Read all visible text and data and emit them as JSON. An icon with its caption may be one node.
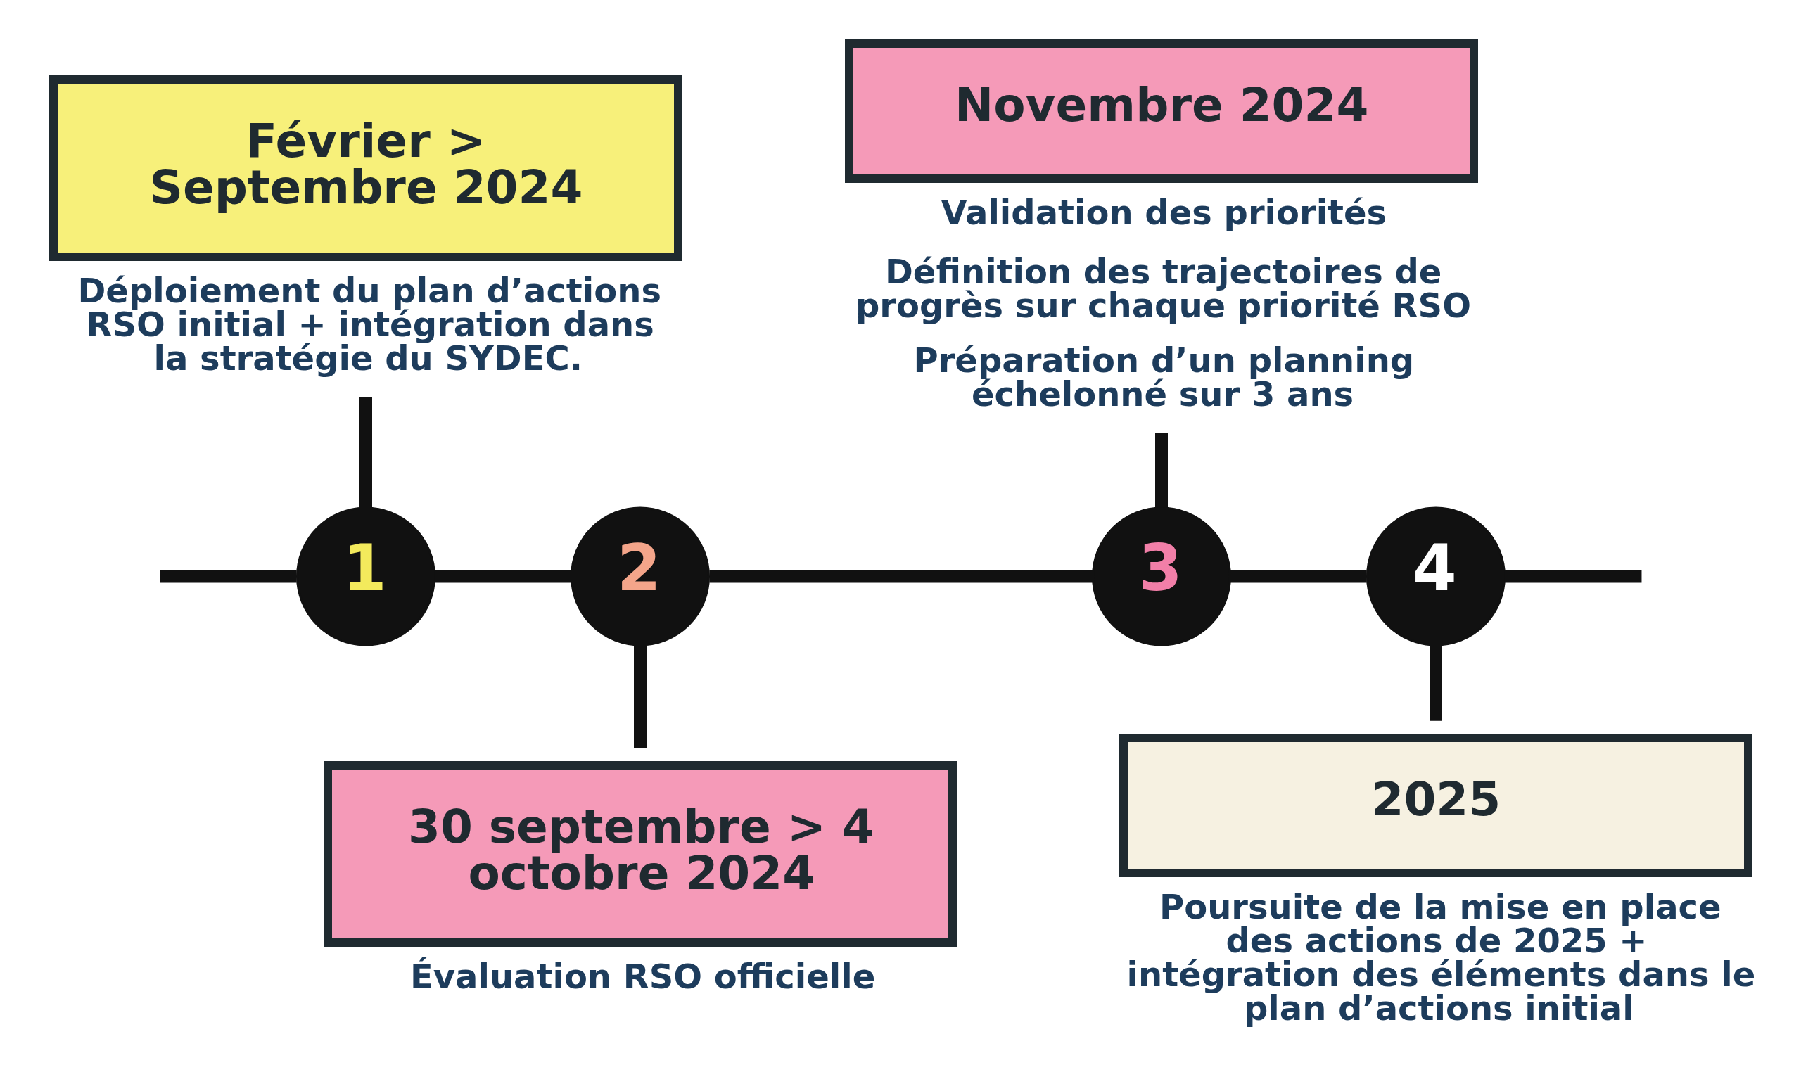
{
  "diagram": {
    "nodes": [
      {
        "text": [
          "1"
        ]
      },
      {
        "text": [
          "2"
        ]
      },
      {
        "text": [
          "3"
        ]
      },
      {
        "text": [
          "4"
        ]
      },
      {
        "text": [
          "Février > Septembre 2024"
        ],
        "beside": [
          "Déploiement du plan d’actions RSO initial + intégration dans la stratégie du SYDEC."
        ]
      },
      {
        "text": [
          "30 septembre > 4 octobre 2024"
        ],
        "beside": [
          "Évaluation RSO officielle"
        ]
      },
      {
        "text": [
          "Novembre 2024"
        ],
        "beside": [
          "Validation des priorités",
          "Définition des trajectoires de progrès sur chaque priorité RSO",
          "Préparation d’un planning échelonné sur 3 ans"
        ]
      },
      {
        "text": [
          "2025"
        ],
        "beside": [
          "Poursuite de la mise en place des actions de 2025 + intégration des éléments dans le plan d’actions initial"
        ]
      }
    ],
    "edges": [
      {
        "from": null,
        "to": 0,
        "arrow": "none"
      },
      {
        "from": 0,
        "to": 1,
        "arrow": "none"
      },
      {
        "from": 1,
        "to": 2,
        "arrow": "none"
      },
      {
        "from": 2,
        "to": 3,
        "arrow": "none"
      },
      {
        "from": 3,
        "to": null,
        "arrow": "none"
      },
      {
        "from": 4,
        "to": 0,
        "arrow": "none"
      },
      {
        "from": 1,
        "to": 5,
        "arrow": "none"
      },
      {
        "from": 6,
        "to": 2,
        "arrow": "none"
      },
      {
        "from": 3,
        "to": 7,
        "arrow": "none"
      }
    ]
  }
}
